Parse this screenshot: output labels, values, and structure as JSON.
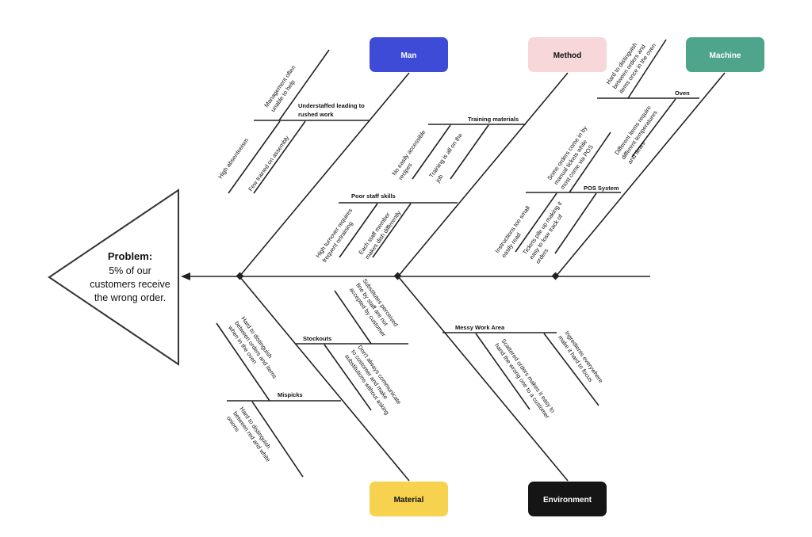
{
  "problem": {
    "title": "Problem:",
    "lines": [
      "5% of our",
      "customers receive",
      "the wrong order."
    ]
  },
  "categories": {
    "man": {
      "label": "Man",
      "color": "#3d4bd6",
      "text_color": "#ffffff"
    },
    "method": {
      "label": "Method",
      "color": "#f7d7d9",
      "text_color": "#111111"
    },
    "machine": {
      "label": "Machine",
      "color": "#4fa58b",
      "text_color": "#ffffff"
    },
    "material": {
      "label": "Material",
      "color": "#f6d24e",
      "text_color": "#111111"
    },
    "environment": {
      "label": "Environment",
      "color": "#151515",
      "text_color": "#ffffff"
    }
  },
  "man": {
    "understaffed": {
      "title": [
        "Understaffed leading to",
        "rushed work"
      ],
      "causes": {
        "management": [
          "Management often",
          "unable to help"
        ],
        "absenteeism": [
          "High absenteeism"
        ],
        "few_trained": [
          "Few trained on assembly"
        ]
      }
    },
    "poor_staff_skills": {
      "title": "Poor staff skills",
      "causes": {
        "turnover": [
          "High turnover requires",
          "frequent retraining"
        ],
        "each_staff": [
          "Each staff member",
          "makes dish differently"
        ]
      }
    }
  },
  "method": {
    "training_materials": {
      "title": "Training materials",
      "causes": {
        "no_recipes": [
          "No easily accessible",
          "recipes"
        ],
        "on_job": [
          "Training is all on the",
          "job"
        ]
      }
    }
  },
  "machine": {
    "oven": {
      "title": "Oven",
      "causes": {
        "hard_distinguish": [
          "Hard to distinguish",
          "between orders and",
          "items once in the oven"
        ],
        "diff_items": [
          "Different items require",
          "different temperatures",
          "and times"
        ]
      }
    },
    "pos_system": {
      "title": "POS System",
      "causes": {
        "manual_tickets": [
          "Some orders come in by",
          "manual tickets while",
          "most come via POS"
        ],
        "instructions": [
          "Instructions too small",
          "easily read"
        ],
        "tickets_pile": [
          "Tickets pile up making it",
          "easy to lose track of",
          "orders"
        ]
      }
    }
  },
  "material": {
    "stockouts": {
      "title": "Stockouts",
      "causes": {
        "substitutes": [
          "Substitutes perceived",
          "fine by staff are not",
          "accepted by customer"
        ],
        "dont_communicate": [
          "Don't always communicate",
          "to customer and make",
          "substitutions without asking"
        ]
      }
    },
    "mispicks": {
      "title": "Mispicks",
      "causes": {
        "hard_oven": [
          "Hard to distinguish",
          "between orders and items",
          "when in the oven"
        ],
        "red_white": [
          "Hard to distinguish",
          "between red and white",
          "onions"
        ]
      }
    }
  },
  "environment": {
    "messy_work_area": {
      "title": "Messy Work Area",
      "causes": {
        "scattered": [
          "Scattered orders makes it easy to",
          "hand the wrong one to a customer"
        ],
        "ingredients": [
          "Ingredients everywhere",
          "make it hard to focus"
        ]
      }
    }
  }
}
